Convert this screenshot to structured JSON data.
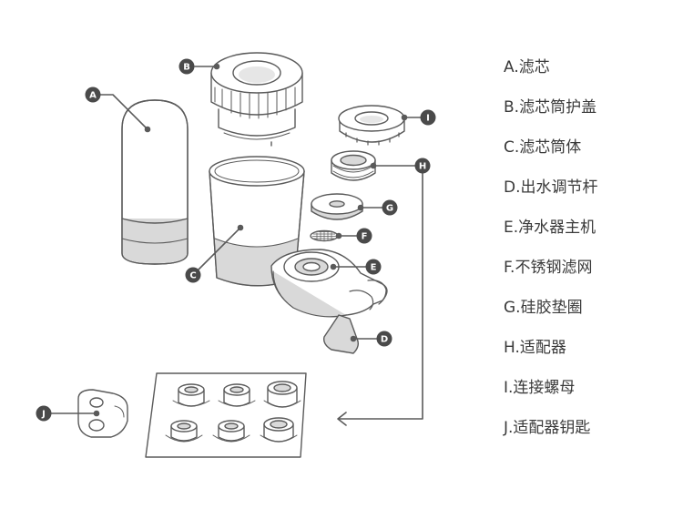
{
  "colors": {
    "line": "#5a5a5a",
    "badge": "#4a4a4a",
    "shade": "#d9d9d9",
    "text": "#3a3a3a"
  },
  "callouts": {
    "A": "A",
    "B": "B",
    "C": "C",
    "D": "D",
    "E": "E",
    "F": "F",
    "G": "G",
    "H": "H",
    "I": "I",
    "J": "J"
  },
  "legend": [
    "A.滤芯",
    "B.滤芯筒护盖",
    "C.滤芯筒体",
    "D.出水调节杆",
    "E.净水器主机",
    "F.不锈钢滤网",
    "G.硅胶垫圈",
    "H.适配器",
    "I.连接螺母",
    "J.适配器钥匙"
  ]
}
